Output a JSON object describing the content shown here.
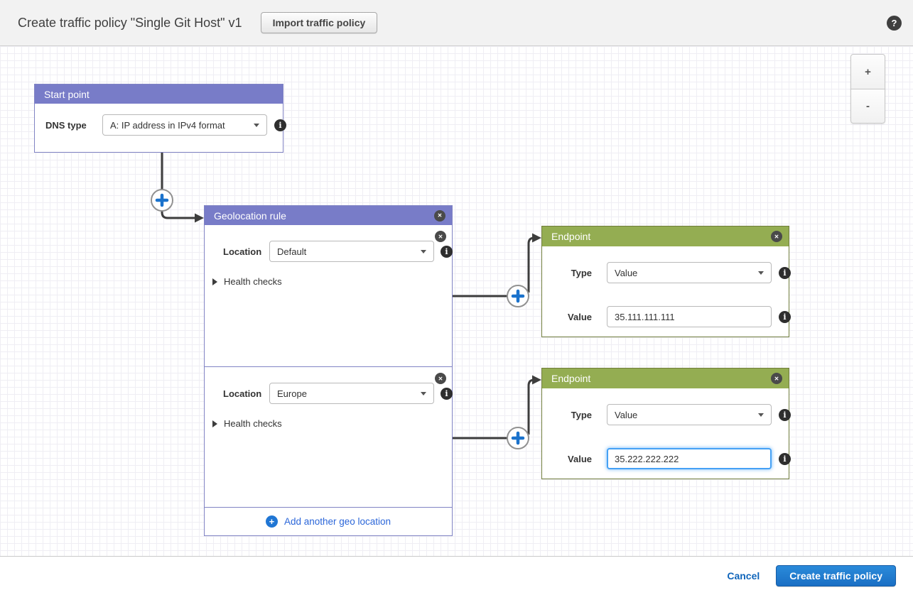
{
  "header": {
    "title": "Create traffic policy \"Single Git Host\" v1",
    "import_button_label": "Import traffic policy",
    "help_icon": "?"
  },
  "zoom_controls": {
    "zoom_in_label": "+",
    "zoom_out_label": "-"
  },
  "start_point": {
    "title": "Start point",
    "dns_type_label": "DNS type",
    "dns_type_value": "A: IP address in IPv4 format"
  },
  "geolocation_rule": {
    "title": "Geolocation rule",
    "sections": [
      {
        "location_label": "Location",
        "location_value": "Default",
        "health_checks_label": "Health checks"
      },
      {
        "location_label": "Location",
        "location_value": "Europe",
        "health_checks_label": "Health checks"
      }
    ],
    "add_another_label": "Add another geo location"
  },
  "endpoints": [
    {
      "title": "Endpoint",
      "type_label": "Type",
      "type_value": "Value",
      "value_label": "Value",
      "value": "35.111.111.111"
    },
    {
      "title": "Endpoint",
      "type_label": "Type",
      "type_value": "Value",
      "value_label": "Value",
      "value": "35.222.222.222"
    }
  ],
  "footer": {
    "cancel_label": "Cancel",
    "create_label": "Create traffic policy"
  },
  "icons": {
    "close": "✕",
    "plus": "+",
    "info": "i"
  },
  "colors": {
    "rule_header_purple": "#787cc8",
    "rule_border_purple": "#8184c4",
    "endpoint_header_green": "#94ad52",
    "endpoint_border_green": "#6f7c3c",
    "connector_dark": "#3d3d3d",
    "plus_accent_blue": "#1a72cc",
    "link_blue": "#2b66d9",
    "primary_button_blue": "#1f83d6"
  }
}
